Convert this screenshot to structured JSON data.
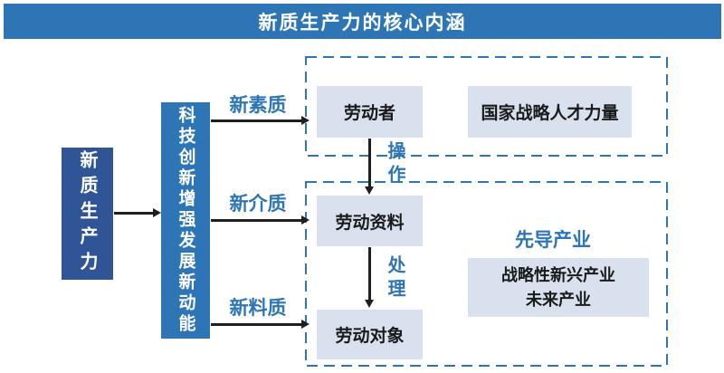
{
  "header": {
    "title": "新质生产力的核心内涵"
  },
  "nodes": {
    "source": "新质生产力",
    "driver": "科技创新增强发展新动能",
    "worker": "劳动者",
    "talent": "国家战略人才力量",
    "materials": "劳动资料",
    "objects": "劳动对象",
    "leading_title": "先导产业",
    "industries_line1": "战略性新兴产业",
    "industries_line2": "未来产业"
  },
  "branch_labels": {
    "top": "新素质",
    "middle": "新介质",
    "bottom": "新料质"
  },
  "flow_labels": {
    "operate": "操作",
    "process": "处理"
  },
  "colors": {
    "header_bar": "#2E75B6",
    "source_box": "#2F5597",
    "driver_box": "#2E75B6",
    "light_box": "#D9E1EF",
    "dashed_border": "#2E75B6",
    "accent_text": "#2E75B6",
    "arrow": "#1F1F1F"
  }
}
